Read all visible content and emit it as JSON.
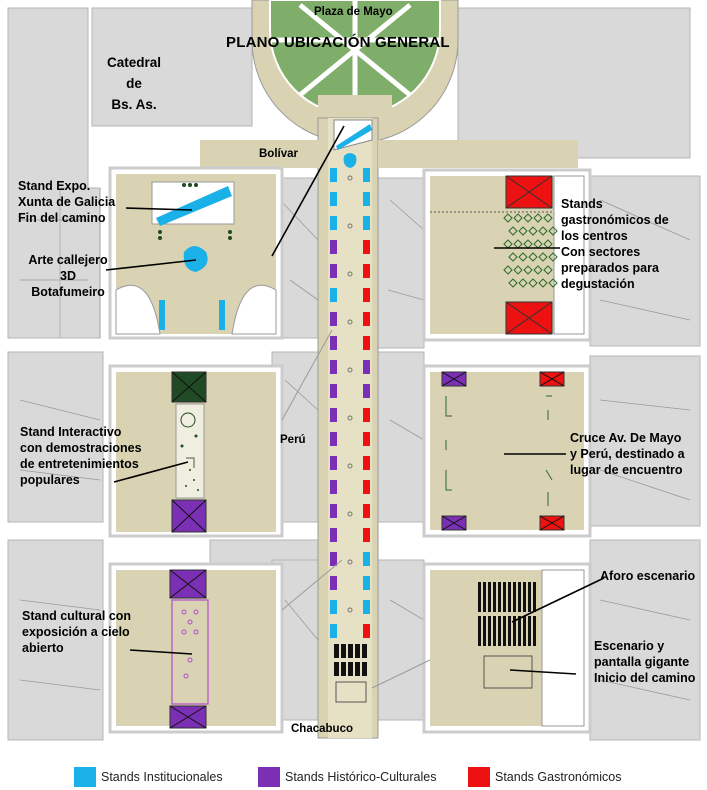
{
  "title": "PLANO UBICACIÓN GENERAL",
  "places": {
    "plaza": "Plaza de Mayo",
    "catedral": "Catedral\nde\nBs. As."
  },
  "streets": {
    "bolivar": "Bolívar",
    "peru": "Perú",
    "chacabuco": "Chacabuco"
  },
  "callouts": {
    "stand_expo": "Stand Expo.\nXunta de Galicia\nFin del camino",
    "arte_callejero": "Arte callejero\n3D\nBotafumeiro",
    "stand_interactivo": "Stand Interactivo\ncon demostraciones\nde entretenimientos\npopulares",
    "stand_cultural": "Stand cultural con\nexposición a cielo\nabierto",
    "stands_gastronomicos": "Stands\ngastronómicos de\nlos centros\nCon sectores\npreparados para\ndegustación",
    "cruce": "Cruce Av. De Mayo\ny Perú, destinado a\nlugar de encuentro",
    "aforo": "Aforo escenario",
    "escenario": "Escenario y\npantalla gigante\nInicio del camino"
  },
  "legend": [
    {
      "label": "Stands Institucionales",
      "color": "#1ab0e8"
    },
    {
      "label": "Stands Histórico-Culturales",
      "color": "#7a2fb5"
    },
    {
      "label": "Stands Gastronómicos",
      "color": "#ee1111"
    }
  ],
  "colors": {
    "institucional": "#1ab0e8",
    "historico": "#7a2fb5",
    "gastronomico": "#ee1111",
    "avenue": "#d9d3b4",
    "plaza_green": "#7fae6a",
    "dark_green": "#1f4a24"
  }
}
